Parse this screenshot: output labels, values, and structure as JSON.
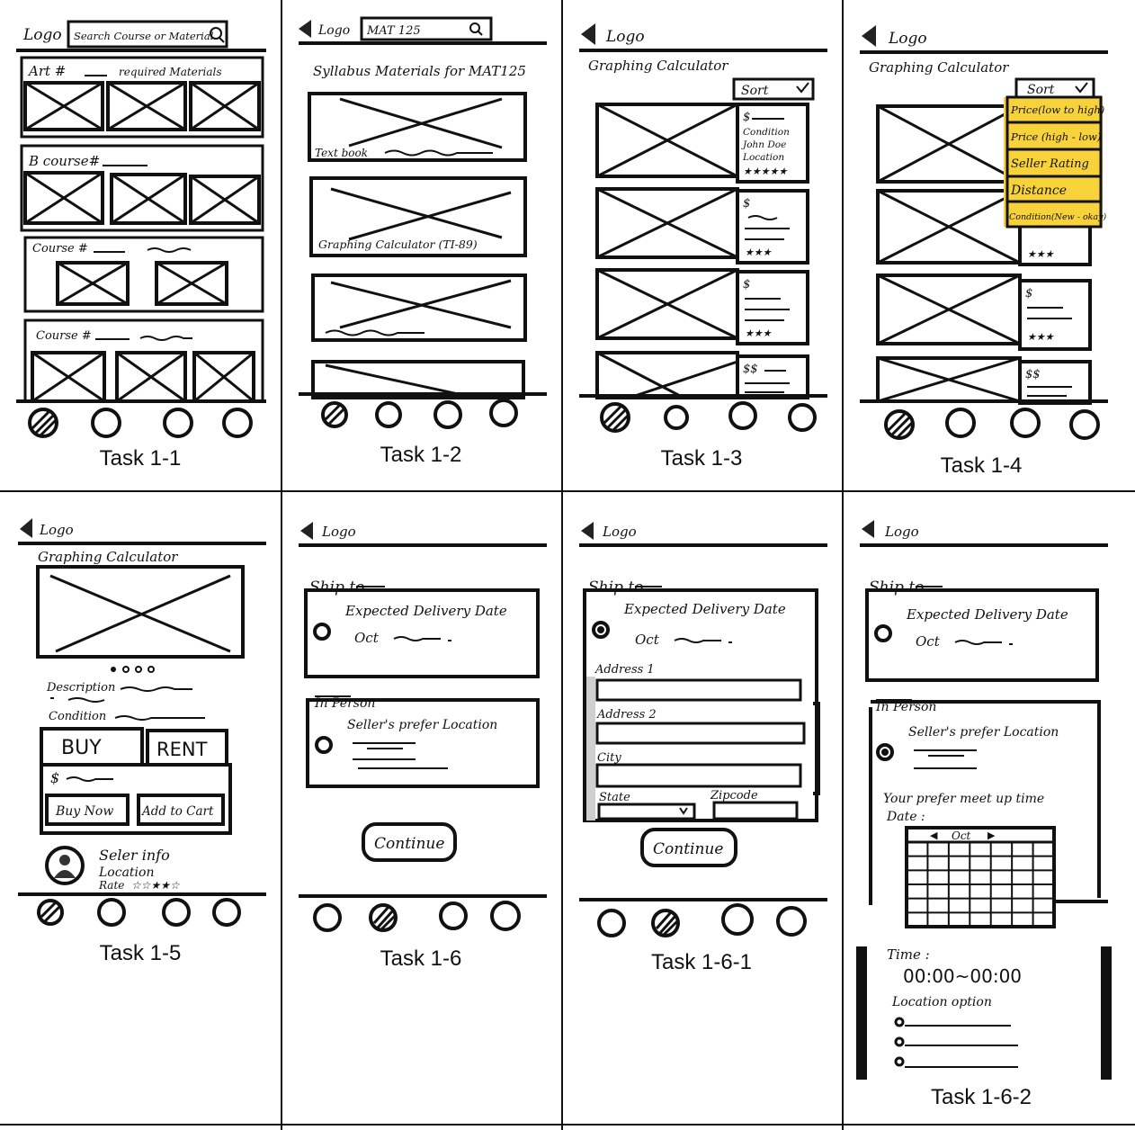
{
  "captions": [
    "Task 1-1",
    "Task 1-2",
    "Task 1-3",
    "Task 1-4",
    "Task 1-5",
    "Task 1-6",
    "Task 1-6-1",
    "Task 1-6-2"
  ],
  "common": {
    "logo": "Logo",
    "search_icon": "magnifier-icon",
    "back_icon": "back-arrow-icon"
  },
  "t1": {
    "search_placeholder": "Search Course or Material",
    "section_a_title": "Art #",
    "section_a_sub": "required Materials",
    "section_b_title": "B course#",
    "section_c_title": "Course #",
    "section_d_title": "Course #"
  },
  "t2": {
    "search_value": "MAT 125",
    "heading": "Syllabus Materials for MAT125",
    "item1": "Text book",
    "item2": "Graphing Calculator (TI-89)"
  },
  "t3": {
    "heading": "Graphing Calculator",
    "sort": "Sort",
    "price": "$",
    "price2": "$$",
    "cond1": "Condition",
    "cond2": "John Doe",
    "cond3": "Location"
  },
  "t4": {
    "heading": "Graphing Calculator",
    "sort": "Sort",
    "options": [
      "Price(low to high)",
      "Price (high - low)",
      "Seller Rating",
      "Distance",
      "Condition(New - okay)"
    ],
    "dropdown_color": "#f8d23a",
    "price": "$",
    "price2": "$$"
  },
  "t5": {
    "heading": "Graphing Calculator",
    "description": "Description",
    "condition": "Condition",
    "buy_tab": "BUY",
    "rent_tab": "RENT",
    "price": "$",
    "buy_now": "Buy Now",
    "add_cart": "Add to Cart",
    "seller": "Seler info",
    "location": "Location",
    "rate": "Rate"
  },
  "t6": {
    "ship_to": "Ship to",
    "expected": "Expected Delivery Date",
    "oct": "Oct",
    "in_person": "In Person",
    "seller_loc": "Seller's prefer Location",
    "continue": "Continue"
  },
  "t61": {
    "ship_to": "Ship to",
    "expected": "Expected Delivery Date",
    "oct": "Oct",
    "address1": "Address 1",
    "address2": "Address 2",
    "city": "City",
    "state": "State",
    "zip": "Zipcode",
    "continue": "Continue"
  },
  "t62": {
    "ship_to": "Ship to",
    "expected": "Expected Delivery Date",
    "oct": "Oct",
    "in_person": "In Person",
    "seller_loc": "Seller's prefer Location",
    "meetup": "Your prefer meet up time",
    "date": "Date :",
    "month": "Oct",
    "time": "Time :",
    "time_value": "00:00~00:00",
    "loc_option": "Location option"
  }
}
